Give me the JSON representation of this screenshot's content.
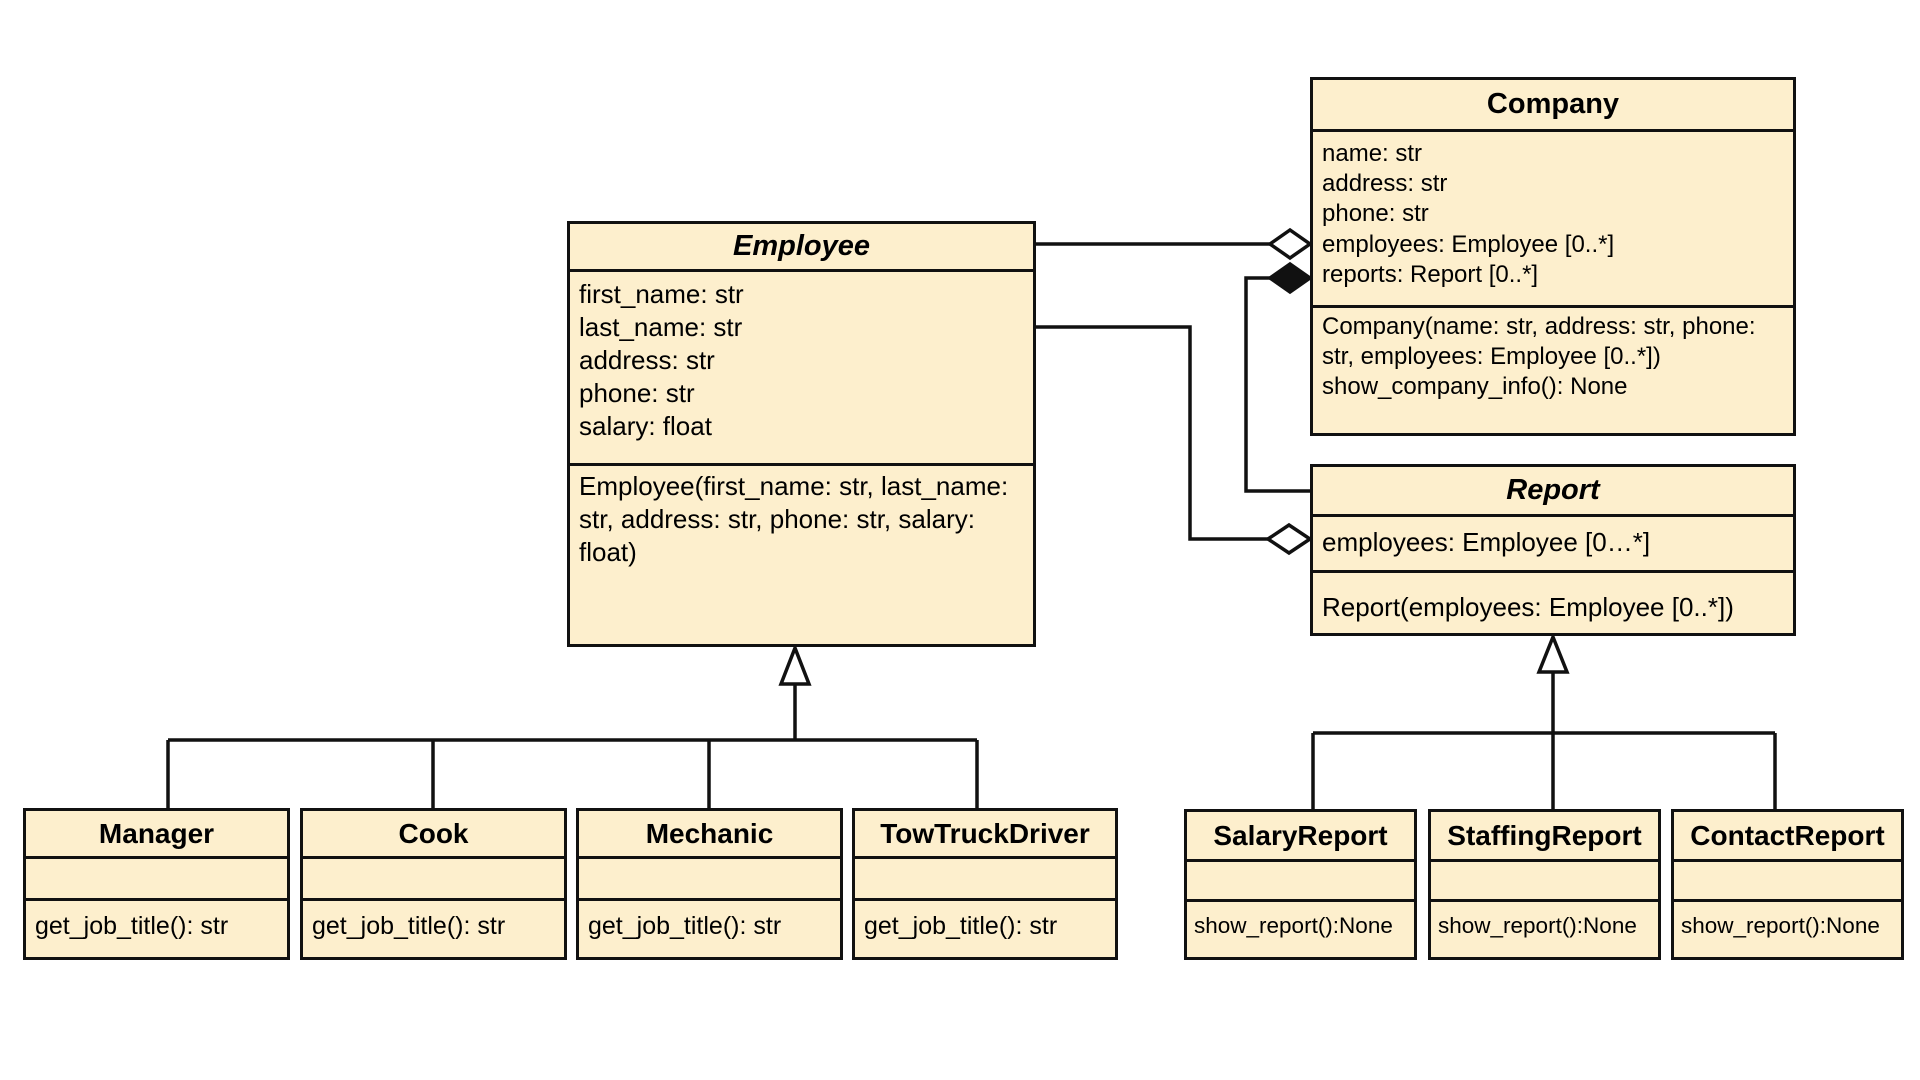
{
  "colors": {
    "class_fill": "#fdefcd",
    "stroke": "#111111",
    "background": "#ffffff"
  },
  "classes": {
    "employee": {
      "name": "Employee",
      "abstract": true,
      "attributes": [
        "first_name: str",
        "last_name: str",
        "address: str",
        "phone: str",
        "salary: float"
      ],
      "operations": [
        "Employee(first_name: str, last_name: str, address: str, phone: str, salary: float)"
      ]
    },
    "company": {
      "name": "Company",
      "abstract": false,
      "attributes": [
        "name: str",
        "address: str",
        "phone: str",
        "employees: Employee [0..*]",
        "reports: Report [0..*]"
      ],
      "operations": [
        "Company(name: str, address: str, phone: str, employees: Employee [0..*])",
        "show_company_info(): None"
      ]
    },
    "report": {
      "name": "Report",
      "abstract": true,
      "attributes": [
        "employees: Employee [0…*]"
      ],
      "operations": [
        "Report(employees: Employee [0..*])"
      ]
    },
    "manager": {
      "name": "Manager",
      "operations": [
        "get_job_title(): str"
      ]
    },
    "cook": {
      "name": "Cook",
      "operations": [
        "get_job_title(): str"
      ]
    },
    "mechanic": {
      "name": "Mechanic",
      "operations": [
        "get_job_title(): str"
      ]
    },
    "towtruckdriver": {
      "name": "TowTruckDriver",
      "operations": [
        "get_job_title(): str"
      ]
    },
    "salaryreport": {
      "name": "SalaryReport",
      "operations": [
        "show_report():None"
      ]
    },
    "staffingreport": {
      "name": "StaffingReport",
      "operations": [
        "show_report():None"
      ]
    },
    "contactreport": {
      "name": "ContactReport",
      "operations": [
        "show_report():None"
      ]
    }
  },
  "relationships": [
    {
      "type": "aggregation",
      "from": "Employee",
      "to": "Company"
    },
    {
      "type": "composition",
      "from": "Report",
      "to": "Company"
    },
    {
      "type": "aggregation",
      "from": "Employee",
      "to": "Report"
    },
    {
      "type": "generalization",
      "from": [
        "Manager",
        "Cook",
        "Mechanic",
        "TowTruckDriver"
      ],
      "to": "Employee"
    },
    {
      "type": "generalization",
      "from": [
        "SalaryReport",
        "StaffingReport",
        "ContactReport"
      ],
      "to": "Report"
    }
  ]
}
